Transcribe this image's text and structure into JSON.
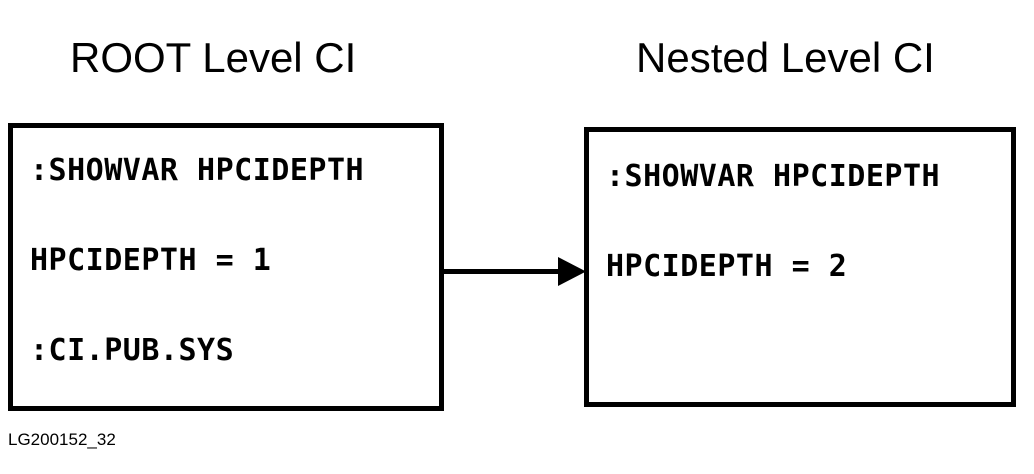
{
  "figure": {
    "caption": "LG200152_32",
    "background_color": "#ffffff",
    "ink_color": "#000000"
  },
  "columns": [
    {
      "title": "ROOT Level CI",
      "box": {
        "lines": [
          ":SHOWVAR HPCIDEPTH",
          "HPCIDEPTH = 1",
          ":CI.PUB.SYS"
        ]
      }
    },
    {
      "title": "Nested Level CI",
      "box": {
        "lines": [
          ":SHOWVAR HPCIDEPTH",
          "HPCIDEPTH = 2"
        ]
      }
    }
  ],
  "connector": {
    "name": "arrow-right",
    "from": "ROOT Level CI",
    "to": "Nested Level CI",
    "direction": "left-to-right"
  }
}
